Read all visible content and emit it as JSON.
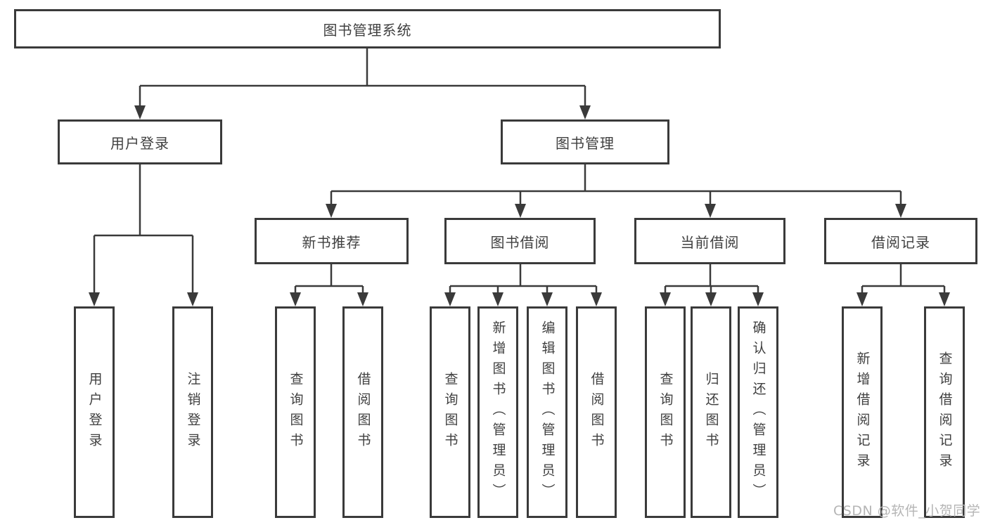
{
  "diagram": {
    "root": "图书管理系统",
    "level2": [
      "用户登录",
      "图书管理"
    ],
    "level3": [
      "新书推荐",
      "图书借阅",
      "当前借阅",
      "借阅记录"
    ],
    "leaves": {
      "user_login": [
        "用户登录",
        "注销登录"
      ],
      "new_book_rec": [
        "查询图书",
        "借阅图书"
      ],
      "book_borrow": [
        "查询图书",
        "新增图书（管理员）",
        "编辑图书（管理员）",
        "借阅图书"
      ],
      "current_borrow": [
        "查询图书",
        "归还图书",
        "确认归还（管理员）"
      ],
      "borrow_records": [
        "新增借阅记录",
        "查询借阅记录"
      ]
    }
  },
  "watermark": "CSDN @软件_小贺同学",
  "colors": {
    "line": "#3a3a3a",
    "text": "#404040",
    "watermark": "#b5b5b5",
    "background": "#ffffff"
  }
}
